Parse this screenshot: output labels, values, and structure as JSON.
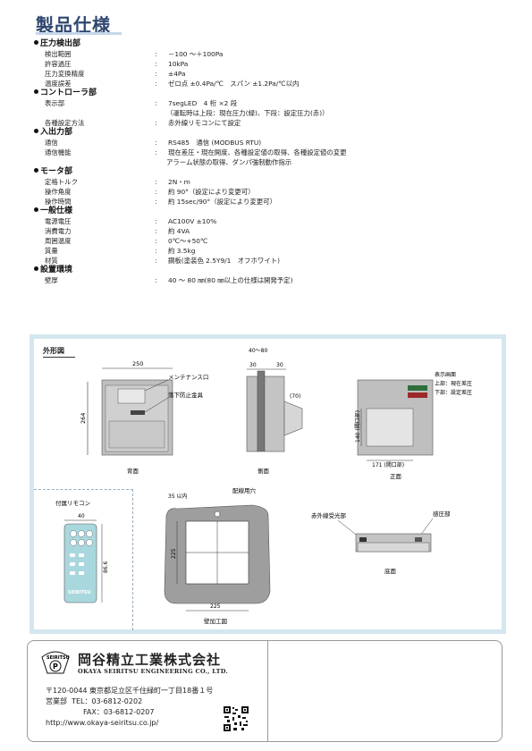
{
  "page_title": "製品仕様",
  "specs": [
    {
      "section": "圧力検出部",
      "rows": [
        {
          "label": "検出範囲",
          "value": "－100 ～＋100Pa"
        },
        {
          "label": "許容過圧",
          "value": "10kPa"
        },
        {
          "label": "圧力変換精度",
          "value": "±4Pa"
        },
        {
          "label": "温度誤差",
          "value": "ゼロ点 ±0.4Pa/℃　スパン ±1.2Pa/℃以内"
        }
      ]
    },
    {
      "section": "コントローラ部",
      "rows": [
        {
          "label": "表示部",
          "value": "7segLED　4 桁 ×2 段"
        },
        {
          "label": "",
          "value": "（運転時は上段：現在圧力(緑)、下段：設定圧力(赤)）",
          "cont": true
        },
        {
          "label": "各種設定方法",
          "value": "赤外線リモコンにて設定"
        }
      ]
    },
    {
      "section": "入出力部",
      "rows": [
        {
          "label": "通信",
          "value": "RS485　通信 (MODBUS RTU)"
        },
        {
          "label": "通信機能",
          "value": "現在差圧・現在開度、各種設定値の取得、各種設定値の変更"
        },
        {
          "label": "",
          "value": "アラーム状態の取得、ダンパ強制動作指示",
          "cont": true
        }
      ]
    },
    {
      "section": "モータ部",
      "rows": [
        {
          "label": "定格トルク",
          "value": "2N・m"
        },
        {
          "label": "操作角度",
          "value": "約 90°（設定により変更可）"
        },
        {
          "label": "操作時間",
          "value": "約 15sec/90°（設定により変更可）"
        }
      ]
    },
    {
      "section": "一般仕様",
      "rows": [
        {
          "label": "電源電圧",
          "value": "AC100V ±10%"
        },
        {
          "label": "消費電力",
          "value": "約 4VA"
        },
        {
          "label": "周囲温度",
          "value": "0℃～+50℃"
        },
        {
          "label": "質量",
          "value": "約 3.5kg"
        },
        {
          "label": "材質",
          "value": "鋼板(塗装色 2.5Y9/1　オフホワイト)"
        }
      ]
    },
    {
      "section": "設置環境",
      "rows": [
        {
          "label": "壁厚",
          "value": "40 ～ 80 ㎜(80 ㎜以上の仕様は開発予定)"
        }
      ]
    }
  ],
  "colon": ":",
  "drawing": {
    "title": "外形図",
    "back": {
      "caption": "背面",
      "dim_width": "250",
      "dim_height": "264",
      "label1": "メンテナンス口",
      "label2": "落下防止金具"
    },
    "side": {
      "caption": "側面",
      "dim_wall": "40～80",
      "dim_a": "30",
      "dim_b": "30",
      "dim_c": "(70)"
    },
    "front": {
      "caption": "正面",
      "label_display": "表示画面",
      "label_upper": "上部：現在差圧",
      "label_lower": "下部：設定差圧",
      "dim_open_h": "140 (開口部)",
      "dim_open_w": "171 (開口部)"
    },
    "remote": {
      "caption": "付属リモコン",
      "dim_w": "40",
      "dim_h": "86.6",
      "brand": "SEIRITSU"
    },
    "wall": {
      "caption": "壁加工図",
      "dim_in": "35 以内",
      "label_hole": "配線用穴",
      "dim_w": "225",
      "dim_h": "225"
    },
    "bottom": {
      "caption": "底面",
      "label_ir": "赤外線受光部",
      "label_sensor": "感圧部"
    }
  },
  "company": {
    "logo_text": "SEIRITSU",
    "logo_letter": "P",
    "name_jp": "岡谷精立工業株式会社",
    "name_en": "OKAYA SEIRITSU ENGINEERING CO., LTD.",
    "address": "〒120-0044 東京都足立区千住緑町一丁目18番１号",
    "office_label": "営業部",
    "tel": "TEL：03-6812-0202",
    "fax": "FAX：03-6812-0207",
    "url": "http://www.okaya-seiritsu.co.jp/"
  },
  "colors": {
    "title": "#2f4770",
    "frame": "#d4e7ef",
    "box_gray": "#bfbfbf",
    "box_dark": "#a8a8a8",
    "wall_gray": "#9e9e9e"
  }
}
